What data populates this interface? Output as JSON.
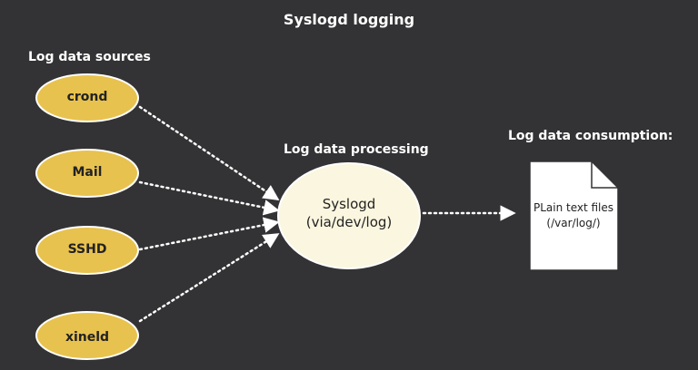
{
  "title": "Syslogd logging",
  "sources": {
    "heading": "Log data sources",
    "items": [
      "crond",
      "Mail",
      "SSHD",
      "xineld"
    ]
  },
  "processing": {
    "heading": "Log data processing",
    "name": "Syslogd",
    "path": "(via/dev/log)"
  },
  "consumption": {
    "heading": "Log data consumption:",
    "file_line1": "PLain text files",
    "file_line2": "(/var/log/)"
  },
  "colors": {
    "background": "#333335",
    "source_fill": "#e8c24f",
    "processor_fill": "#fbf6df",
    "file_fill": "#ffffff",
    "text_light": "#ffffff",
    "text_dark": "#222222"
  }
}
